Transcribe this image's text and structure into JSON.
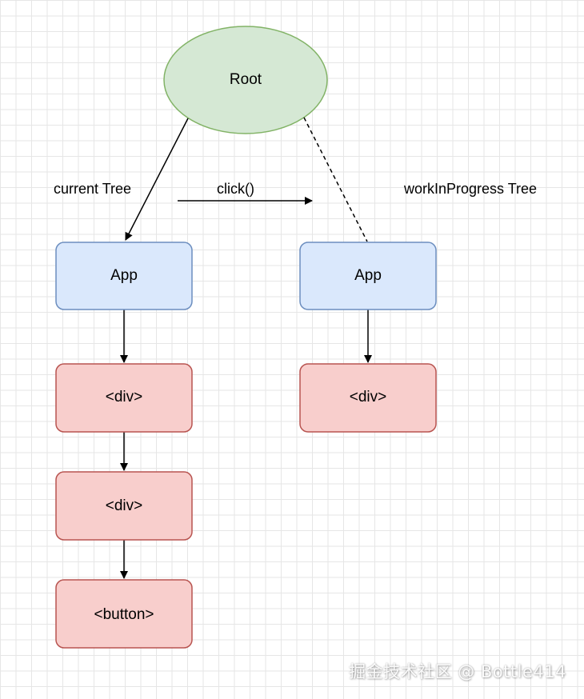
{
  "nodes": {
    "root": "Root",
    "current_app": "App",
    "current_div1": "<div>",
    "current_div2": "<div>",
    "current_button": "<button>",
    "wip_app": "App",
    "wip_div": "<div>"
  },
  "labels": {
    "current_tree": "current Tree",
    "click": "click()",
    "wip_tree": "workInProgress Tree"
  },
  "watermark": "掘金技术社区 @ Bottle414",
  "colors": {
    "root_fill": "#d5e8d4",
    "root_stroke": "#82b366",
    "app_fill": "#dae8fc",
    "app_stroke": "#6c8ebf",
    "node_fill": "#f8cecc",
    "node_stroke": "#b85450"
  }
}
